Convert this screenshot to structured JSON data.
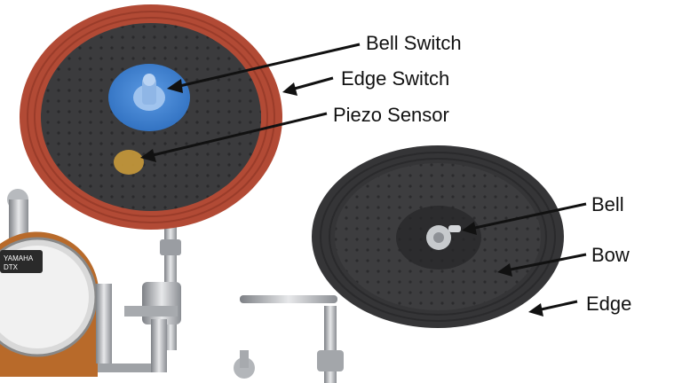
{
  "labels": {
    "bell_switch": "Bell Switch",
    "edge_switch": "Edge Switch",
    "piezo_sensor": "Piezo Sensor",
    "bell": "Bell",
    "bow": "Bow",
    "edge": "Edge"
  },
  "drum_badge": {
    "brand": "YAMAHA",
    "model": "DTX"
  },
  "colors": {
    "pad_surface": "#3b3b3d",
    "edge_switch_highlight": "#b24a35",
    "bell_switch_highlight": "#3b82d6",
    "piezo_highlight": "#c99a3a",
    "chrome": "#b9bcc0",
    "drum_shell": "#b86a2a",
    "drum_head": "#ececec"
  }
}
